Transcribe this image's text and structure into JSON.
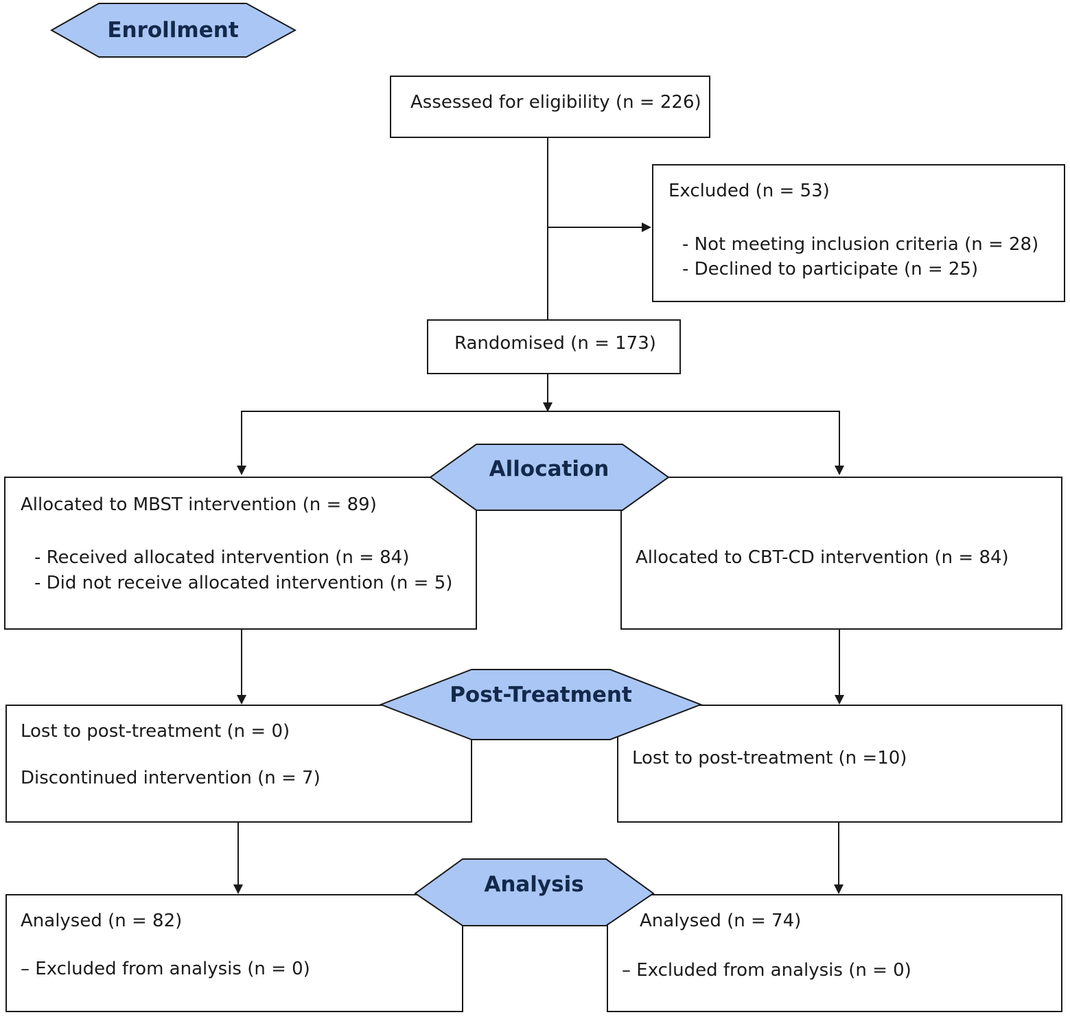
{
  "stages": {
    "enrollment": "Enrollment",
    "allocation": "Allocation",
    "post_treatment": "Post-Treatment",
    "analysis": "Analysis"
  },
  "assessed": "Assessed for eligibility (n = 226)",
  "excluded": {
    "title": "Excluded (n = 53)",
    "items": [
      "- Not meeting inclusion criteria (n = 28)",
      "- Declined to participate (n = 25)"
    ]
  },
  "randomised": "Randomised (n = 173)",
  "allocation": {
    "left": {
      "title": "Allocated to MBST intervention (n = 89)",
      "items": [
        "- Received allocated intervention (n = 84)",
        "- Did not receive allocated intervention (n = 5)"
      ]
    },
    "right": {
      "title": "Allocated to CBT-CD intervention (n = 84)"
    }
  },
  "post_treatment": {
    "left": {
      "lost": "Lost to post-treatment (n = 0)",
      "discontinued": "Discontinued intervention (n = 7)"
    },
    "right": {
      "lost": "Lost to post-treatment (n =10)"
    }
  },
  "analysis": {
    "left": {
      "analysed": "Analysed (n = 82)",
      "excluded": "– Excluded from analysis (n = 0)"
    },
    "right": {
      "analysed": "Analysed (n = 74)",
      "excluded": "– Excluded from analysis (n = 0)"
    }
  },
  "colors": {
    "stage_fill": "#aac6f4",
    "stage_text": "#13294b",
    "line": "#1a1a1a"
  }
}
